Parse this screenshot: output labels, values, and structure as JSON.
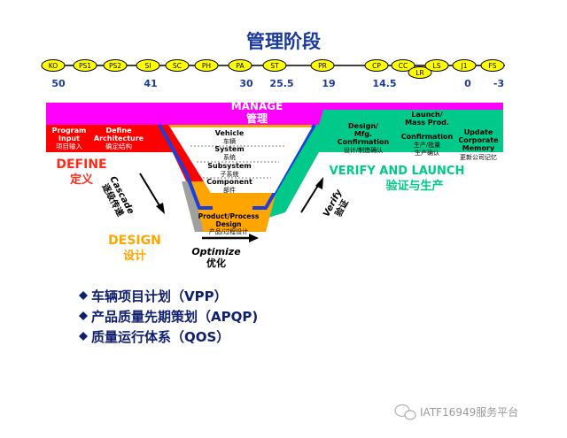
{
  "title": "管理阶段",
  "milestones": [
    {
      "code": "KO"
    },
    {
      "code": "PS1"
    },
    {
      "code": "PS2"
    },
    {
      "code": "SI"
    },
    {
      "code": "SC"
    },
    {
      "code": "PH"
    },
    {
      "code": "PA"
    },
    {
      "code": "ST"
    },
    {
      "code": "PR"
    },
    {
      "code": "CP"
    },
    {
      "code": "CC"
    },
    {
      "code": "LR"
    },
    {
      "code": "LS"
    },
    {
      "code": "J1"
    },
    {
      "code": "FS"
    }
  ],
  "timeline_numbers": [
    "50",
    "41",
    "30",
    "25.5",
    "19",
    "14.5",
    "0",
    "-3"
  ],
  "manage": {
    "en": "MANAGE",
    "cn": "管理"
  },
  "left_boxes": [
    {
      "en1": "Program",
      "en2": "Input",
      "cn": "项目输入"
    },
    {
      "en1": "Define",
      "en2": "Architecture",
      "cn": "确定结构"
    }
  ],
  "right_boxes": [
    {
      "en1": "Design/",
      "en2": "Mfg.",
      "en3": "Confirmation",
      "cn": "设计/制造确认"
    },
    {
      "en1": "Launch/",
      "en2": "Mass Prod.",
      "en3": "Confirmation",
      "cn": "生产/批量",
      "cn2": "生产确认"
    },
    {
      "en1": "Update",
      "en2": "Corporate",
      "en3": "Memory",
      "cn": "更新公司记忆"
    }
  ],
  "v_levels": [
    {
      "en": "Vehicle",
      "cn": "车辆"
    },
    {
      "en": "System",
      "cn": "系统"
    },
    {
      "en": "Subsystem",
      "cn": "子系统"
    },
    {
      "en": "Component",
      "cn": "部件"
    }
  ],
  "process_design": {
    "en1": "Product/Process",
    "en2": "Design",
    "cn": "产品/过程设计"
  },
  "define": {
    "en": "DEFINE",
    "cn": "定义"
  },
  "verify_launch": {
    "en": "VERIFY AND LAUNCH",
    "cn": "验证与生产"
  },
  "cascade": {
    "en": "Cascade",
    "cn": "逐级传递"
  },
  "verify": {
    "en": "Verify",
    "cn": "验证"
  },
  "design": {
    "en": "DESIGN",
    "cn": "设计"
  },
  "optimize": {
    "en": "Optimize",
    "cn": "优化"
  },
  "bullets": [
    "车辆项目计划（VPP）",
    "产品质量先期策划（APQP)",
    "质量运行体系（QOS）"
  ],
  "watermark": "IATF16949服务平台",
  "colors": {
    "title": "#1a3a9c",
    "manage_bar": "#ff00ff",
    "define_red": "#ff0000",
    "green": "#00c98a",
    "orange": "#ffa500",
    "blue": "#1b3fd8",
    "navy": "#102070",
    "milestone_fill": "#ffff00"
  }
}
